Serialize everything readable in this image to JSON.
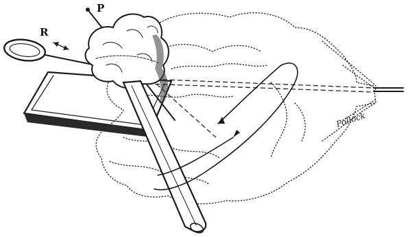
{
  "labels": {
    "p": "P",
    "r": "R"
  },
  "signature": "Pollock",
  "colors": {
    "ink": "#1a1a1a",
    "paper": "#ffffff"
  }
}
